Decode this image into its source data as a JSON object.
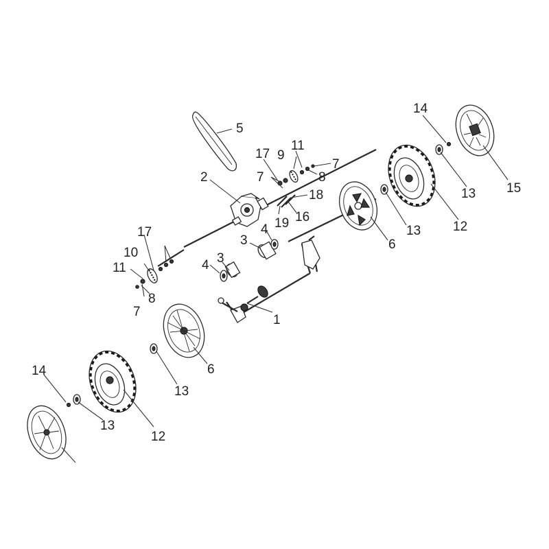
{
  "diagram": {
    "type": "exploded-parts-view",
    "callouts": {
      "c1": "1",
      "c2": "2",
      "c3a": "3",
      "c3b": "3",
      "c4a": "4",
      "c4b": "4",
      "c5": "5",
      "c6a": "6",
      "c6b": "6",
      "c7a": "7",
      "c7b": "7",
      "c7c": "7",
      "c8a": "8",
      "c8b": "8",
      "c9": "9",
      "c10": "10",
      "c11a": "11",
      "c11b": "11",
      "c12a": "12",
      "c12b": "12",
      "c13a": "13",
      "c13b": "13",
      "c13c": "13",
      "c13d": "13",
      "c14a": "14",
      "c14b": "14",
      "c15": "15",
      "c16": "16",
      "c17a": "17",
      "c17b": "17",
      "c18": "18",
      "c19": "19"
    }
  }
}
